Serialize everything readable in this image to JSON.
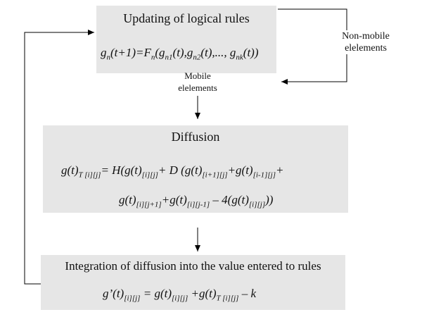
{
  "update_box": {
    "title": "Updating of logical rules",
    "eq": {
      "lhs": "g",
      "lhs_sub": "n",
      "lhs_rest": "(t+1)=F",
      "f_sub": "n",
      "open": "(g",
      "a1": "n1",
      "t1": "(t),g",
      "a2": "n2",
      "t2": "(t),..., g",
      "a3": "nk",
      "t3": "(t))"
    }
  },
  "non_mobile_label": {
    "line1": "Non-mobile",
    "line2": "elelements"
  },
  "mobile_label": {
    "line1": "Mobile",
    "line2": "elelements"
  },
  "diffusion_box": {
    "title": "Diffusion",
    "eq1": {
      "p1": "g(t)",
      "s1": "T [i][j]",
      "p2": "= H(g(t)",
      "s2": "[i][j]",
      "p3": "+ D (g(t)",
      "s3": "[i+1][j]",
      "p4": "+g(t)",
      "s4": "[i-1][j]",
      "p5": "+"
    },
    "eq2": {
      "p1": "g(t)",
      "s1": "[i][j+1]",
      "p2": "+g(t)",
      "s2": "[i][j-1]",
      "p3": " – 4(g(t)",
      "s3": "[i][j]",
      "p4": "))"
    }
  },
  "integration_box": {
    "title": "Integration of diffusion into the value entered to rules",
    "eq": {
      "p1": "g’(t)",
      "s1": "[i][j]",
      "p2": " = g(t)",
      "s2": "[i][j]",
      "p3": " +g(t)",
      "s3": "T [i][j]",
      "p4": " – k"
    }
  }
}
